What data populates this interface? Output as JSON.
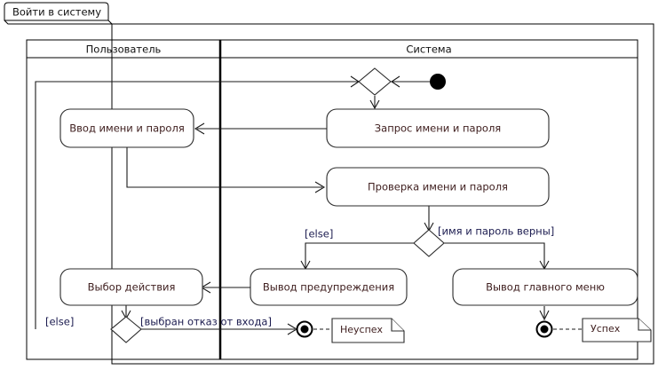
{
  "diagram": {
    "title": "Войти в систему",
    "type": "uml-activity-diagram",
    "lanes": [
      {
        "id": "user",
        "label": "Пользователь"
      },
      {
        "id": "system",
        "label": "Система"
      }
    ],
    "activities": [
      {
        "id": "input-credentials",
        "label": "Ввод имени и пароля",
        "lane": "user"
      },
      {
        "id": "request-credentials",
        "label": "Запрос имени и пароля",
        "lane": "system"
      },
      {
        "id": "check-credentials",
        "label": "Проверка имени и пароля",
        "lane": "system"
      },
      {
        "id": "choose-action",
        "label": "Выбор действия",
        "lane": "user"
      },
      {
        "id": "show-warning",
        "label": "Вывод предупреждения",
        "lane": "system"
      },
      {
        "id": "show-main-menu",
        "label": "Вывод главного меню",
        "lane": "system"
      }
    ],
    "guards": [
      {
        "id": "guard-credentials-valid",
        "label": "[имя и пароль верны]"
      },
      {
        "id": "guard-else-credentials",
        "label": "[else]"
      },
      {
        "id": "guard-login-cancelled",
        "label": "[выбран отказ от входа]"
      },
      {
        "id": "guard-else-action",
        "label": "[else]"
      }
    ],
    "notes": [
      {
        "id": "note-failure",
        "label": "Неуспех"
      },
      {
        "id": "note-success",
        "label": "Успех"
      }
    ],
    "control_nodes": [
      {
        "id": "initial-node",
        "kind": "initial"
      },
      {
        "id": "merge-node",
        "kind": "merge"
      },
      {
        "id": "decision-credentials",
        "kind": "decision"
      },
      {
        "id": "decision-action",
        "kind": "decision"
      },
      {
        "id": "final-node-failure",
        "kind": "final"
      },
      {
        "id": "final-node-success",
        "kind": "final"
      }
    ],
    "colors": {
      "background": "#ffffff",
      "line": "#1a1a1a",
      "activity_text": "#402020",
      "guard_text": "#1b1b4f",
      "header_text": "#111111"
    }
  }
}
